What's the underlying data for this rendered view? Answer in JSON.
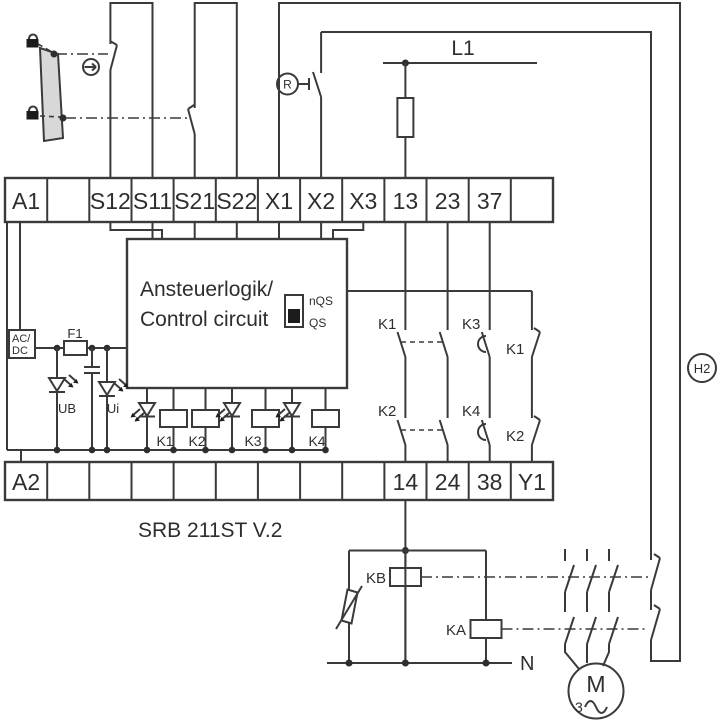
{
  "title": "SRB 211ST V.2",
  "terminal_strip": {
    "top_row": [
      "A1",
      "",
      "S12",
      "S11",
      "S21",
      "S22",
      "X1",
      "X2",
      "X3",
      "13",
      "23",
      "37",
      ""
    ],
    "bottom_row": [
      "A2",
      "",
      "",
      "",
      "",
      "",
      "",
      "",
      "",
      "14",
      "24",
      "38",
      "Y1"
    ]
  },
  "power": {
    "phase": "L1",
    "neutral": "N"
  },
  "control_box": {
    "title_line1": "Ansteuerlogik/",
    "title_line2": "Control circuit",
    "switch_top_label": "nQS",
    "switch_bottom_label": "QS"
  },
  "internals": {
    "acdc_line1": "AC/",
    "acdc_line2": "DC",
    "fuse": "F1",
    "led_ub": "UB",
    "led_ui": "Ui",
    "coil_labels": [
      "K1",
      "K2",
      "K3",
      "K4"
    ]
  },
  "contacts": {
    "row1_left": "K1",
    "row1_right": "K3",
    "row2_left": "K2",
    "row2_right": "K4",
    "feedback_upper": "K1",
    "feedback_lower": "K2"
  },
  "outputs": {
    "reset_button": "R",
    "lamp": "H2",
    "contactor_b": "KB",
    "contactor_a": "KA",
    "motor_letter": "M",
    "motor_phases": "3"
  },
  "colors": {
    "line": "#3a3a3a",
    "text": "#2e2e2e",
    "door_fill": "#d8d8d8"
  }
}
